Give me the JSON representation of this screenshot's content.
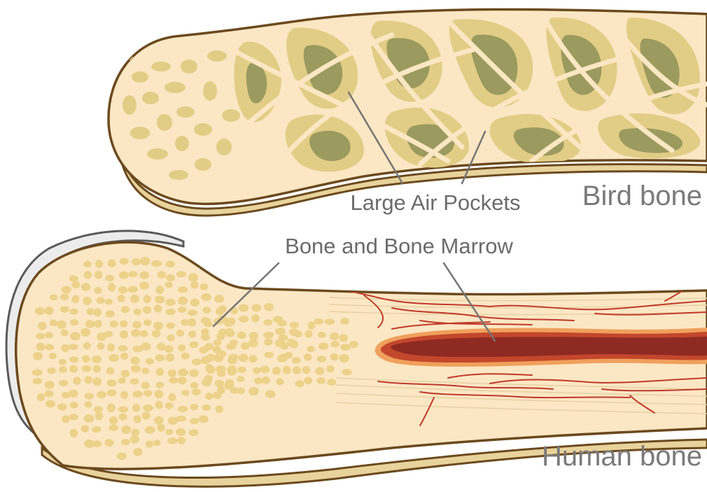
{
  "diagram": {
    "bird_bone": {
      "title": "Bird bone",
      "callout": "Large Air Pockets"
    },
    "human_bone": {
      "title": "Human bone",
      "callout": "Bone and Bone Marrow"
    },
    "colors": {
      "background": "#ffffff",
      "bone_fill": "#fbe7c4",
      "bone_outline": "#6b4a1e",
      "trabecula": "#e2cd86",
      "trabecula_dark": "#c9b46a",
      "air_pocket": "#9b9a5f",
      "marrow_dark": "#8e2a22",
      "marrow_mid": "#c3472c",
      "marrow_light": "#f0a05c",
      "vessel": "#c0392b",
      "cartilage": "#ececec",
      "label_text": "#6b6b6b",
      "leader_line": "#757575"
    }
  }
}
